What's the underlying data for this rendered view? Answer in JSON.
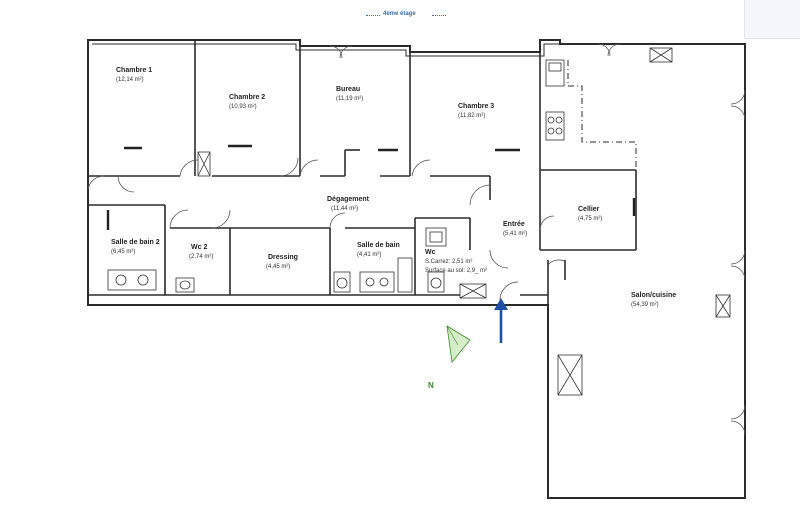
{
  "floor_label": "4ème étage",
  "north_label": "N",
  "rooms": [
    {
      "id": "chambre1",
      "name": "Chambre 1",
      "area": "(12,14 m²)"
    },
    {
      "id": "chambre2",
      "name": "Chambre 2",
      "area": "(10,93 m²)"
    },
    {
      "id": "bureau",
      "name": "Bureau",
      "area": "(11,19 m²)"
    },
    {
      "id": "chambre3",
      "name": "Chambre 3",
      "area": "(11,82 m²)"
    },
    {
      "id": "degagement",
      "name": "Dégagement",
      "area": "(11,44 m²)"
    },
    {
      "id": "entree",
      "name": "Entrée",
      "area": "(5,41 m²)"
    },
    {
      "id": "cellier",
      "name": "Cellier",
      "area": "(4,75 m²)"
    },
    {
      "id": "sdb2",
      "name": "Salle de bain 2",
      "area": "(6,45 m²)"
    },
    {
      "id": "wc2",
      "name": "Wc 2",
      "area": "(2,74 m²)"
    },
    {
      "id": "dressing",
      "name": "Dressing",
      "area": "(4,45 m²)"
    },
    {
      "id": "sdb",
      "name": "Salle de bain",
      "area": "(4,41 m²)"
    },
    {
      "id": "wc",
      "name": "Wc",
      "area": ""
    },
    {
      "id": "salon",
      "name": "Salon/cuisine",
      "area": "(54,39 m²)"
    }
  ],
  "wc_notes": {
    "carrez": "S.Carrez: 2,51 m²",
    "sol": "Surface au sol: 2,9_ m²"
  },
  "colors": {
    "wall": "#2b2b2b",
    "door": "#555555",
    "arrow": "#1f4fa3",
    "north": "#3a8a2a",
    "floor_label": "#3b6fa6"
  }
}
